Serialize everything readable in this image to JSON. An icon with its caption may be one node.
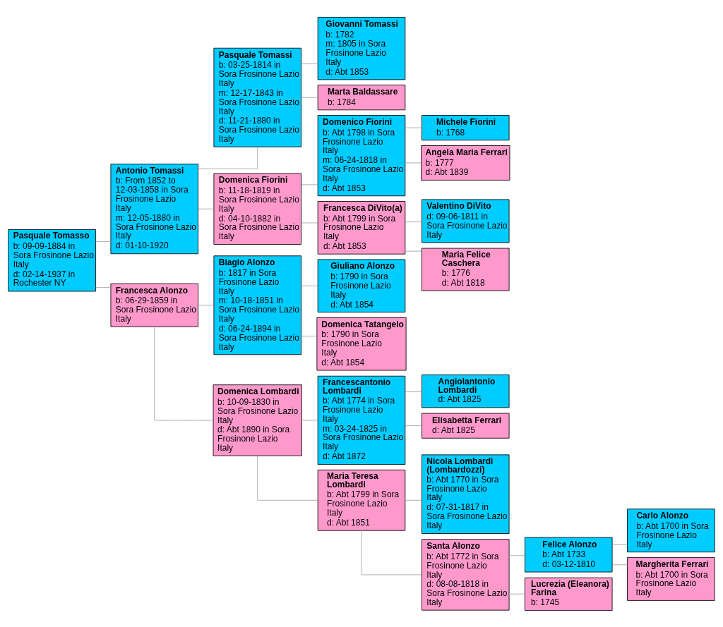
{
  "diagram": {
    "nodes": [
      {
        "text": [
          "Pasquale Tomasso",
          "b: 09-09-1884 in Sora Frosinone Lazio Italy",
          "d: 02-14-1937 in Rochester NY"
        ]
      },
      {
        "text": [
          "Antonio Tomassi",
          "b: From 1852 to 12-03-1858 in Sora Frosinone Lazio Italy",
          "m: 12-05-1880 in Sora Frosinone Lazio Italy",
          "d: 01-10-1920"
        ]
      },
      {
        "text": [
          "Pasquale Tomassi",
          "b: 03-25-1814 in Sora Frosinone Lazio Italy",
          "m: 12-17-1843 in Sora Frosinone Lazio Italy",
          "d: 11-21-1880 in Sora Frosinone Lazio Italy"
        ]
      },
      {
        "text": [
          "Giovanni Tomassi",
          "b: 1782",
          "m: 1805 in Sora Frosinone Lazio Italy",
          "d: Abt 1853"
        ]
      },
      {
        "text": [
          "Marta Baldassare",
          "b: 1784"
        ]
      },
      {
        "text": [
          "Domenica Fiorini",
          "b: 11-18-1819 in Sora Frosinone Lazio Italy",
          "d: 04-10-1882 in Sora Frosinone Lazio Italy"
        ]
      },
      {
        "text": [
          "Domenico Fiorini",
          "b: Abt 1798 in Sora Frosinone Lazio Italy",
          "m: 06-24-1818 in Sora Frosinone Lazio Italy",
          "d: Abt 1853"
        ]
      },
      {
        "text": [
          "Michele Fiorini",
          "b: 1768"
        ]
      },
      {
        "text": [
          "Angela Maria Ferrari",
          "b: 1777",
          "d: Abt 1839"
        ]
      },
      {
        "text": [
          "Francesca DiVito(a)",
          "b: Abt 1799 in Sora Frosinone Lazio Italy",
          "d: Abt 1853"
        ]
      },
      {
        "text": [
          "Valentino DiVito",
          "d: 09-06-1811 in Sora Frosinone Lazio Italy"
        ]
      },
      {
        "text": [
          "Maria Felice Caschera",
          "b: 1776",
          "d: Abt 1818"
        ]
      },
      {
        "text": [
          "Francesca Alonzo",
          "b: 06-29-1859 in Sora Frosinone Lazio Italy"
        ]
      },
      {
        "text": [
          "Biagio Alonzo",
          "b: 1817 in Sora Frosinone Lazio Italy",
          "m: 10-18-1851 in Sora Frosinone Lazio Italy",
          "d: 06-24-1894 in Sora Frosinone Lazio Italy"
        ]
      },
      {
        "text": [
          "Giuliano Alonzo",
          "b: 1790 in Sora Frosinone Lazio Italy",
          "d: Abt 1854"
        ]
      },
      {
        "text": [
          "Domenica Tatangelo",
          "b: 1790 in Sora Frosinone Lazio Italy",
          "d: Abt 1854"
        ]
      },
      {
        "text": [
          "Domenica Lombardi",
          "b: 10-09-1830 in Sora Frosinone Lazio Italy",
          "d: Abt 1890 in Sora Frosinone Lazio Italy"
        ]
      },
      {
        "text": [
          "Francescantonio Lombardi",
          "b: Abt 1774 in Sora Frosinone Lazio Italy",
          "m: 03-24-1825 in Sora Frosinone Lazio Italy",
          "d: Abt 1872"
        ]
      },
      {
        "text": [
          "Angiolantonio Lombardi",
          "d: Abt 1825"
        ]
      },
      {
        "text": [
          "Elisabetta Ferrari",
          "d: Abt 1825"
        ]
      },
      {
        "text": [
          "Maria Teresa Lombardi",
          "b: Abt 1799 in Sora Frosinone Lazio Italy",
          "d: Abt 1851"
        ]
      },
      {
        "text": [
          "Nicola Lombardi (Lombardozzi)",
          "b: Abt 1770 in Sora Frosinone Lazio Italy",
          "d: 07-31-1817 in Sora Frosinone Lazio Italy"
        ]
      },
      {
        "text": [
          "Santa Alonzo",
          "b: Abt 1772 in Sora Frosinone Lazio Italy",
          "d: 08-08-1818 in Sora Frosinone Lazio Italy"
        ]
      },
      {
        "text": [
          "Felice Alonzo",
          "b: Abt 1733",
          "d: 03-12-1810"
        ]
      },
      {
        "text": [
          "Lucrezia (Eleanora) Farina",
          "b: 1745"
        ]
      },
      {
        "text": [
          "Carlo Alonzo",
          "b: Abt 1700 in Sora Frosinone Lazio Italy"
        ]
      },
      {
        "text": [
          "Margherita Ferrari",
          "b: Abt 1700 in Sora Frosinone Lazio Italy"
        ]
      }
    ],
    "edges": [
      {
        "from": 0,
        "to": 1,
        "arrow": "none"
      },
      {
        "from": 0,
        "to": 12,
        "arrow": "none"
      },
      {
        "from": 1,
        "to": 2,
        "arrow": "none"
      },
      {
        "from": 1,
        "to": 5,
        "arrow": "none"
      },
      {
        "from": 2,
        "to": 3,
        "arrow": "none"
      },
      {
        "from": 2,
        "to": 4,
        "arrow": "none"
      },
      {
        "from": 5,
        "to": 6,
        "arrow": "none"
      },
      {
        "from": 5,
        "to": 9,
        "arrow": "none"
      },
      {
        "from": 6,
        "to": 7,
        "arrow": "none"
      },
      {
        "from": 6,
        "to": 8,
        "arrow": "none"
      },
      {
        "from": 9,
        "to": 10,
        "arrow": "none"
      },
      {
        "from": 9,
        "to": 11,
        "arrow": "none"
      },
      {
        "from": 12,
        "to": 13,
        "arrow": "none"
      },
      {
        "from": 12,
        "to": 16,
        "arrow": "none"
      },
      {
        "from": 13,
        "to": 14,
        "arrow": "none"
      },
      {
        "from": 13,
        "to": 15,
        "arrow": "none"
      },
      {
        "from": 16,
        "to": 17,
        "arrow": "none"
      },
      {
        "from": 16,
        "to": 20,
        "arrow": "none"
      },
      {
        "from": 17,
        "to": 18,
        "arrow": "none"
      },
      {
        "from": 17,
        "to": 19,
        "arrow": "none"
      },
      {
        "from": 20,
        "to": 21,
        "arrow": "none"
      },
      {
        "from": 20,
        "to": 22,
        "arrow": "none"
      },
      {
        "from": 22,
        "to": 23,
        "arrow": "none"
      },
      {
        "from": 22,
        "to": 24,
        "arrow": "none"
      },
      {
        "from": 23,
        "to": 25,
        "arrow": "none"
      },
      {
        "from": 23,
        "to": 26,
        "arrow": "none"
      }
    ]
  }
}
